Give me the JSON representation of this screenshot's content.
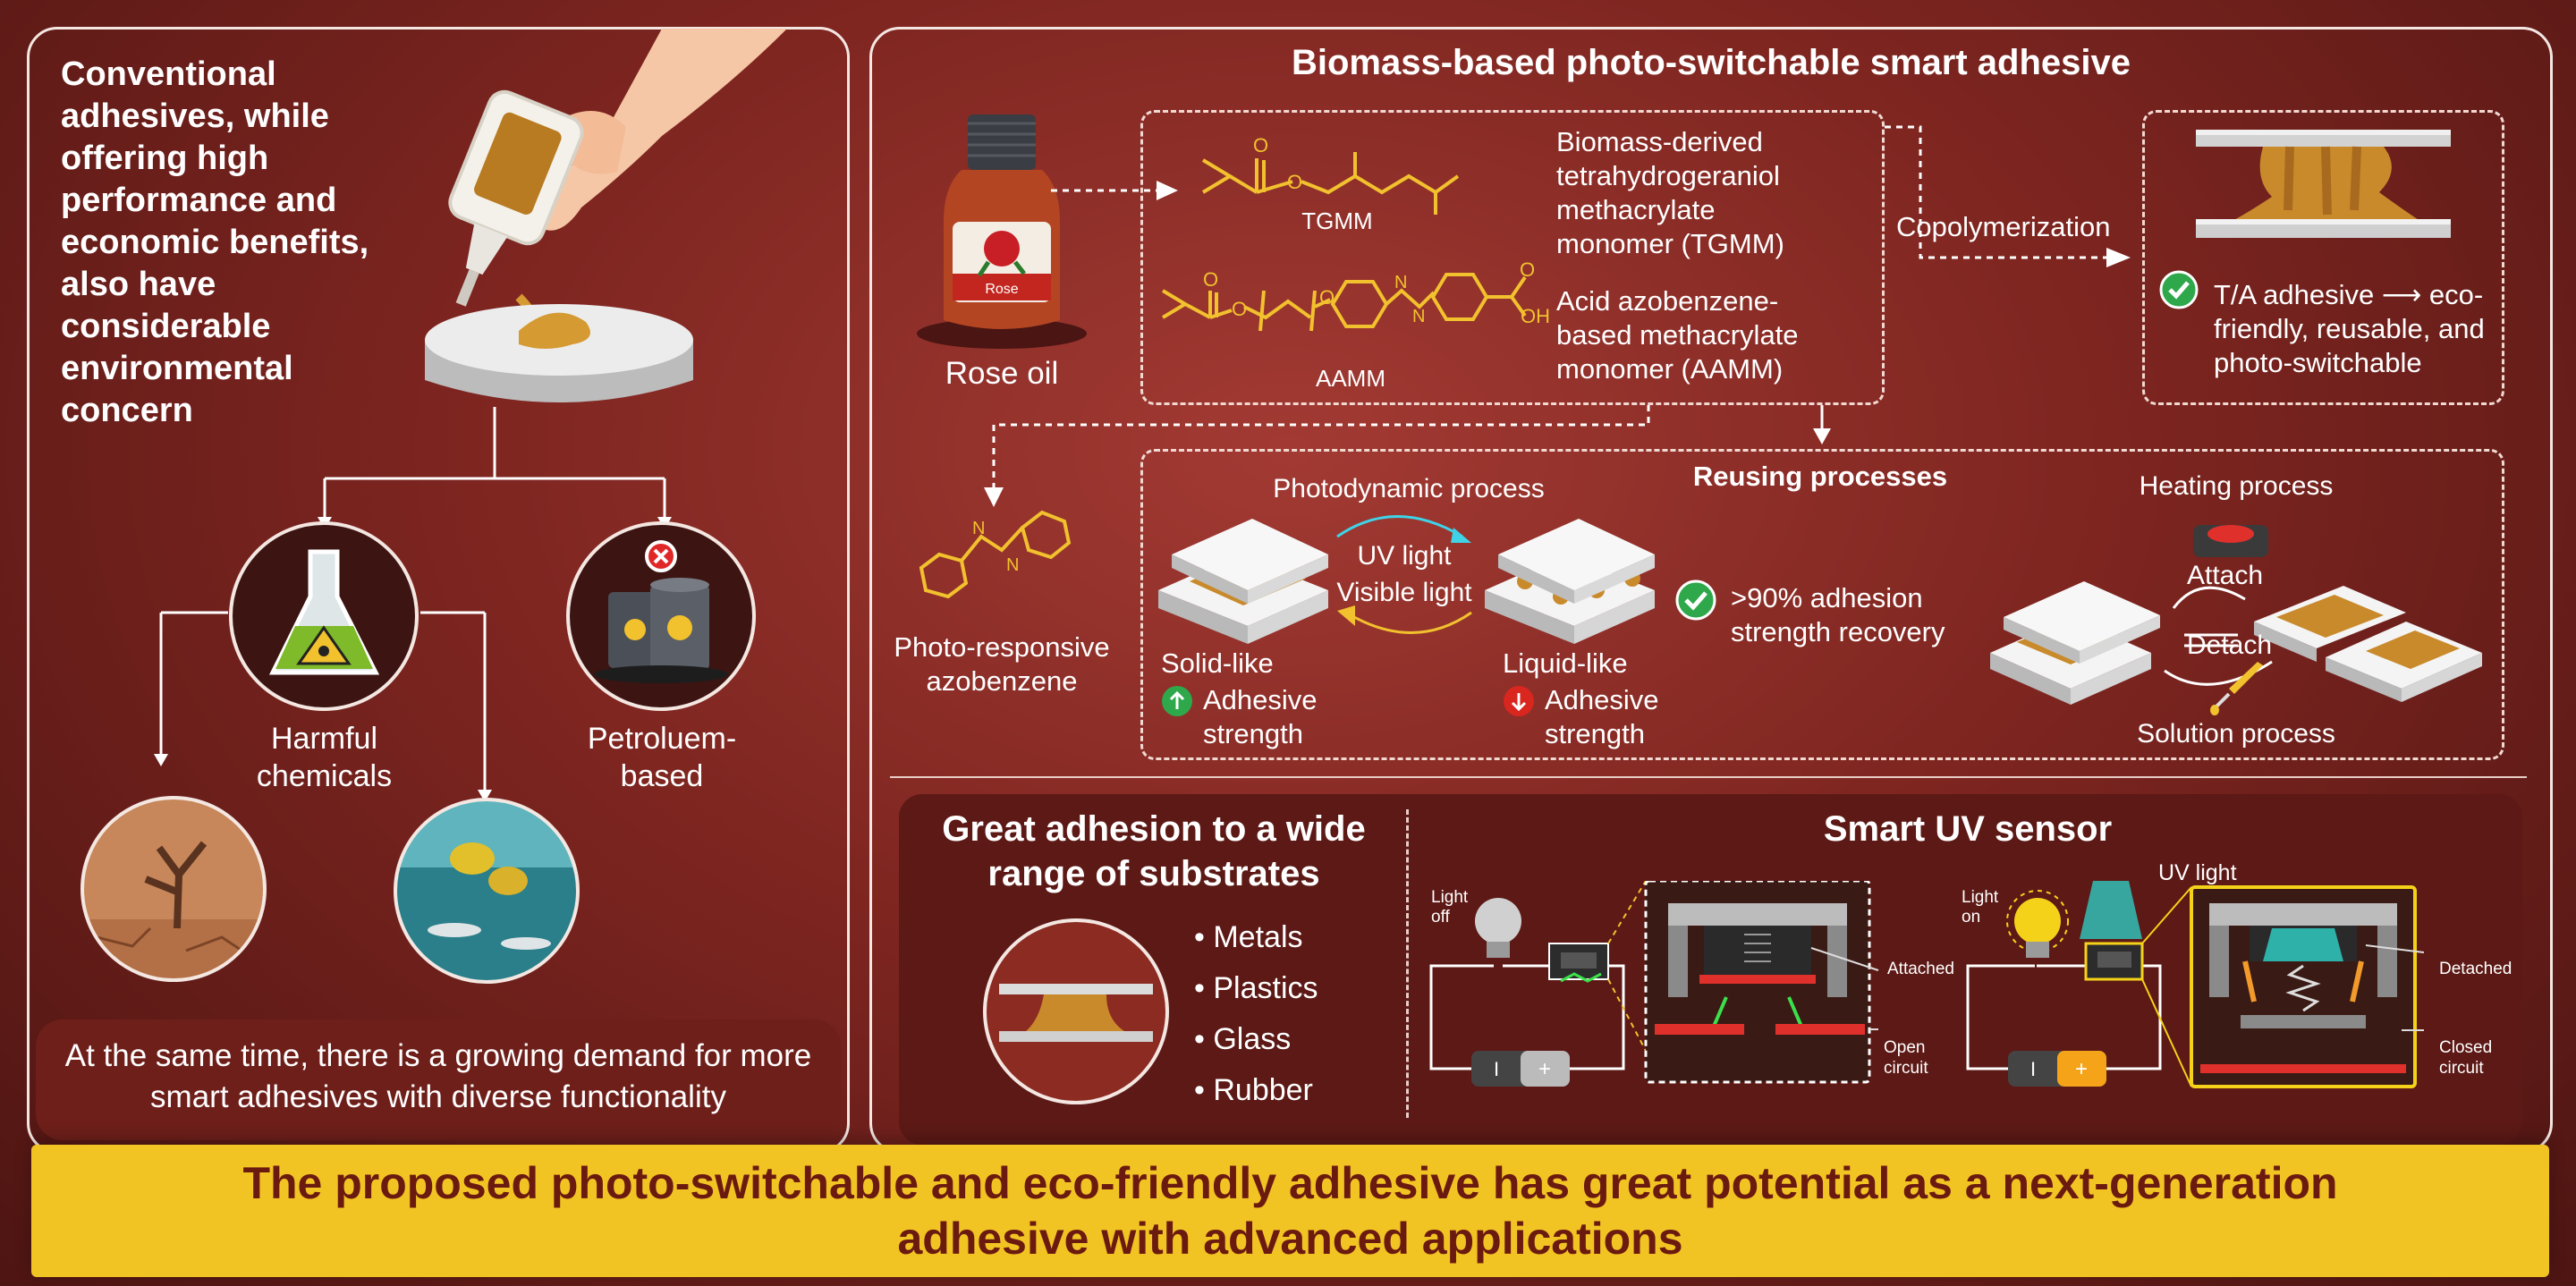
{
  "left": {
    "concern_text": "Conventional adhesives, while offering high performance and economic benefits, also have considerable environmental concern",
    "harmful_label": "Harmful chemicals",
    "petroleum_label": "Petroluem-based",
    "demand_text": "At the same time, there is a growing demand for more smart adhesives with diverse functionality"
  },
  "right": {
    "title": "Biomass-based photo-switchable smart adhesive",
    "rose_oil_label": "Rose oil",
    "rose_bottle_label": "Rose",
    "tgmm_label": "TGMM",
    "aamm_label": "AAMM",
    "tgmm_desc": "Biomass-derived tetrahydrogeraniol methacrylate monomer (TGMM)",
    "aamm_desc": "Acid azobenzene-based methacrylate monomer (AAMM)",
    "copolymerization_label": "Copolymerization",
    "ta_adhesive_text": "T/A adhesive ⟶ eco-friendly, reusable, and photo-switchable",
    "azobenzene_label": "Photo-responsive azobenzene",
    "reusing_title": "Reusing processes",
    "photodynamic_label": "Photodynamic process",
    "uv_light_label": "UV light",
    "visible_light_label": "Visible light",
    "solid_like_label": "Solid-like",
    "liquid_like_label": "Liquid-like",
    "adhesive_strength_label": "Adhesive strength",
    "recovery_text": ">90% adhesion strength recovery",
    "heating_label": "Heating process",
    "attach_label": "Attach",
    "detach_label": "Detach",
    "solution_label": "Solution process"
  },
  "bottom_panel": {
    "adhesion_title": "Great adhesion to a wide range of substrates",
    "substrates": [
      "Metals",
      "Plastics",
      "Glass",
      "Rubber"
    ],
    "sensor_title": "Smart UV sensor",
    "light_off_label": "Light off",
    "light_on_label": "Light on",
    "attached_label": "Attached",
    "detached_label": "Detached",
    "open_circuit_label": "Open circuit",
    "closed_circuit_label": "Closed circuit",
    "uv_light_label": "UV light"
  },
  "banner": {
    "line1": "The proposed photo-switchable and eco-friendly adhesive has great potential as a next-generation",
    "line2": "adhesive with advanced applications"
  },
  "colors": {
    "banner_bg": "#f2c423",
    "banner_text": "#6b1a10",
    "panel_border": "#f4e7e2",
    "molecule": "#f2c12e",
    "check_green": "#2ea84a",
    "down_red": "#d9261f"
  }
}
